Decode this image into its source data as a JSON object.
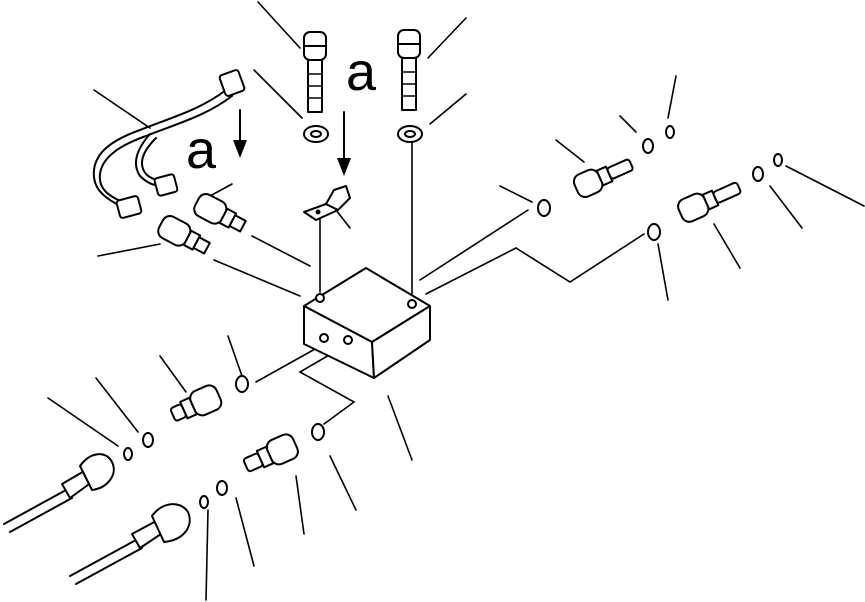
{
  "callouts": [
    {
      "id": "callout-a-left",
      "text": "a"
    },
    {
      "id": "callout-a-right",
      "text": "a"
    }
  ],
  "icons": {
    "bolt": "bolt-icon",
    "washer": "washer-icon",
    "o_ring": "o-ring-icon",
    "sensor": "pressure-switch-icon",
    "block": "junction-block-icon",
    "harness": "wiring-harness-icon",
    "connector": "connector-icon",
    "clamp": "clamp-icon"
  }
}
